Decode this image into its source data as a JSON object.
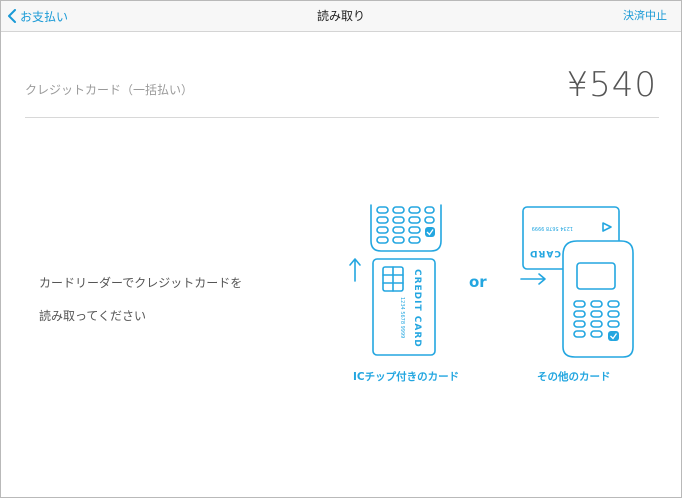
{
  "nav": {
    "back_label": "お支払い",
    "title": "読み取り",
    "cancel_label": "決済中止"
  },
  "payment": {
    "method": "クレジットカード（一括払い）",
    "amount": "¥540"
  },
  "instruction": {
    "line1": "カードリーダーでクレジットカードを",
    "line2": "読み取ってください"
  },
  "illustration": {
    "ic_caption": "ICチップ付きのカード",
    "or_label": "or",
    "other_caption": "その他のカード",
    "ic_card_text": "CREDIT CARD",
    "ic_card_number": "1234 5678 9999",
    "swipe_card_text": "CARD",
    "swipe_card_number": "1234 5678 9999"
  },
  "colors": {
    "accent": "#1a9ad6",
    "illustration": "#23a6e0"
  }
}
